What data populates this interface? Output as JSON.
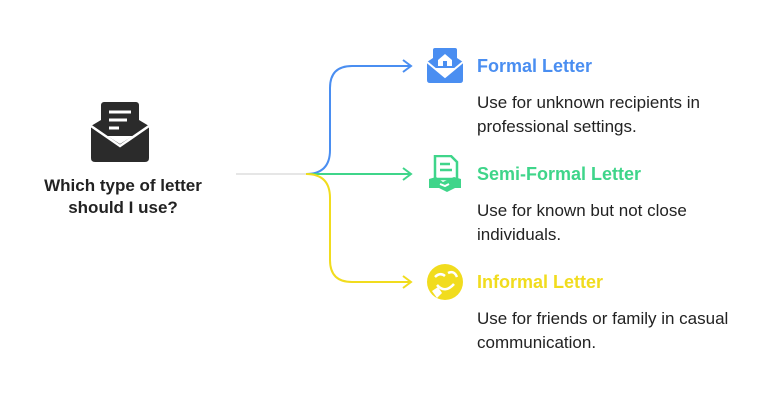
{
  "root": {
    "icon": "envelope-document-icon",
    "question": "Which type of letter should I use?"
  },
  "branches": [
    {
      "title": "Formal Letter",
      "description": "Use for unknown recipients in professional settings.",
      "color": "#4a8ef1",
      "icon": "home-envelope-icon"
    },
    {
      "title": "Semi-Formal Letter",
      "description": "Use for known but not close individuals.",
      "color": "#3fd58a",
      "icon": "handshake-document-icon"
    },
    {
      "title": "Informal Letter",
      "description": "Use for friends or family in casual communication.",
      "color": "#f1dc1e",
      "icon": "friendly-face-icon"
    }
  ]
}
